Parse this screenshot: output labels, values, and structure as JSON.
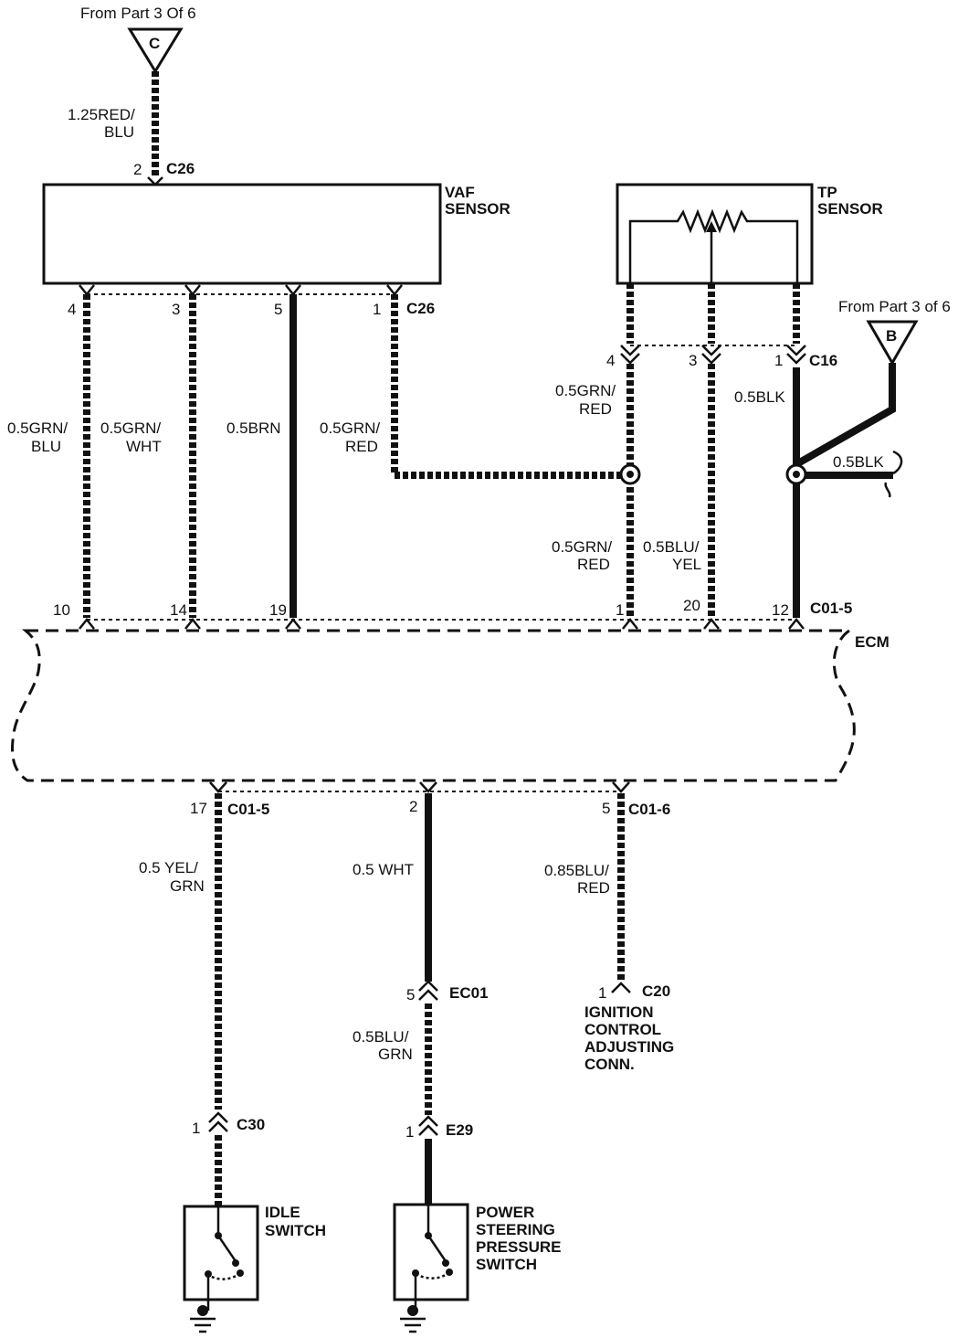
{
  "offpage": {
    "c_source": "From Part 3 Of 6",
    "c_letter": "C",
    "b_source": "From Part 3 of 6",
    "b_letter": "B"
  },
  "components": {
    "vaf_sensor_1": "VAF",
    "vaf_sensor_2": "SENSOR",
    "tp_sensor_1": "TP",
    "tp_sensor_2": "SENSOR",
    "ecm": "ECM",
    "idle_switch_1": "IDLE",
    "idle_switch_2": "SWITCH",
    "ps_switch_1": "POWER",
    "ps_switch_2": "STEERING",
    "ps_switch_3": "PRESSURE",
    "ps_switch_4": "SWITCH",
    "ign_conn_1": "IGNITION",
    "ign_conn_2": "CONTROL",
    "ign_conn_3": "ADJUSTING",
    "ign_conn_4": "CONN."
  },
  "connectors": {
    "c26_top": "C26",
    "c26_bottom": "C26",
    "c16": "C16",
    "c01_5_top": "C01-5",
    "c01_5_bottom": "C01-5",
    "c01_6": "C01-6",
    "ec01": "EC01",
    "c20": "C20",
    "c30": "C30",
    "e29": "E29"
  },
  "pins": {
    "vaf_in": "2",
    "vaf_4": "4",
    "vaf_3": "3",
    "vaf_5": "5",
    "vaf_1": "1",
    "tp_4": "4",
    "tp_3": "3",
    "tp_1": "1",
    "ecm_10": "10",
    "ecm_14": "14",
    "ecm_19": "19",
    "ecm_1": "1",
    "ecm_20": "20",
    "ecm_12": "12",
    "ecm_17": "17",
    "ecm_2": "2",
    "ecm_5": "5",
    "ec01_5": "5",
    "c20_1": "1",
    "c30_1": "1",
    "e29_1": "1"
  },
  "wires": {
    "w1_1": "1.25RED/",
    "w1_2": "BLU",
    "w2_1": "0.5GRN/",
    "w2_2": "BLU",
    "w3_1": "0.5GRN/",
    "w3_2": "WHT",
    "w4": "0.5BRN",
    "w5_1": "0.5GRN/",
    "w5_2": "RED",
    "w6_1": "0.5GRN/",
    "w6_2": "RED",
    "w7_1": "0.5GRN/",
    "w7_2": "RED",
    "w8_1": "0.5BLU/",
    "w8_2": "YEL",
    "w9": "0.5BLK",
    "w10": "0.5BLK",
    "w11_1": "0.5 YEL/",
    "w11_2": "GRN",
    "w12": "0.5 WHT",
    "w13_1": "0.85BLU/",
    "w13_2": "RED",
    "w14_1": "0.5BLU/",
    "w14_2": "GRN"
  }
}
